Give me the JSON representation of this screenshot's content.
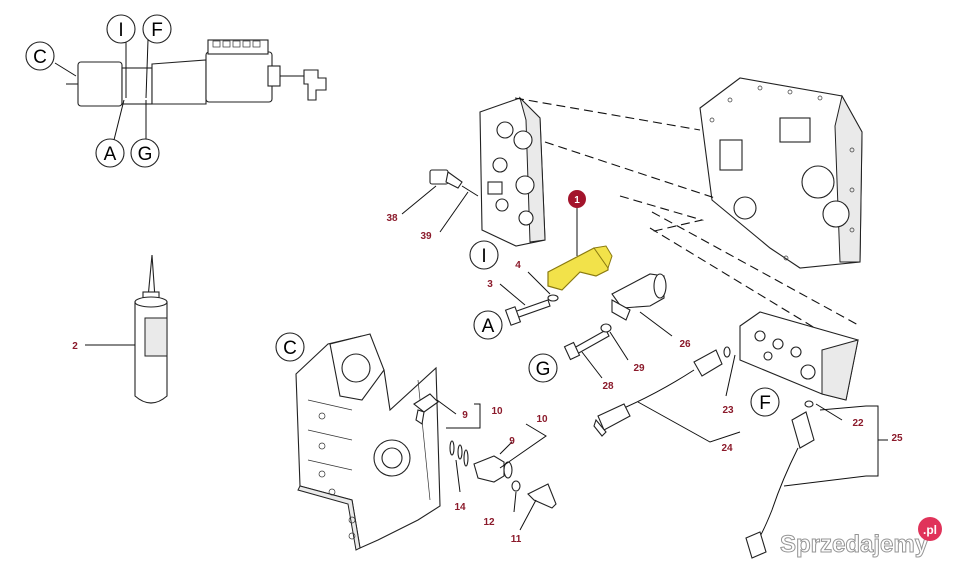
{
  "callouts": {
    "n1": "1",
    "n2": "2",
    "n3": "3",
    "n4": "4",
    "n9a": "9",
    "n9b": "9",
    "n10a": "10",
    "n10b": "10",
    "n11": "11",
    "n12": "12",
    "n14": "14",
    "n22": "22",
    "n23": "23",
    "n24": "24",
    "n25": "25",
    "n26": "26",
    "n28": "28",
    "n29": "29",
    "n38": "38",
    "n39": "39"
  },
  "letters": {
    "C_top": "C",
    "I_top": "I",
    "F_top": "F",
    "A_top": "A",
    "G_top": "G",
    "I_mid": "I",
    "A_mid": "A",
    "G_mid": "G",
    "C_mid": "C",
    "F_mid": "F"
  },
  "watermark": {
    "text": "Sprzedajemy",
    "badge": ".pl"
  },
  "colors": {
    "callout_text": "#8b1a2b",
    "highlight_fill": "#f2e24a",
    "highlight_stroke": "#8a7a10",
    "marker_fill": "#a3142c"
  }
}
